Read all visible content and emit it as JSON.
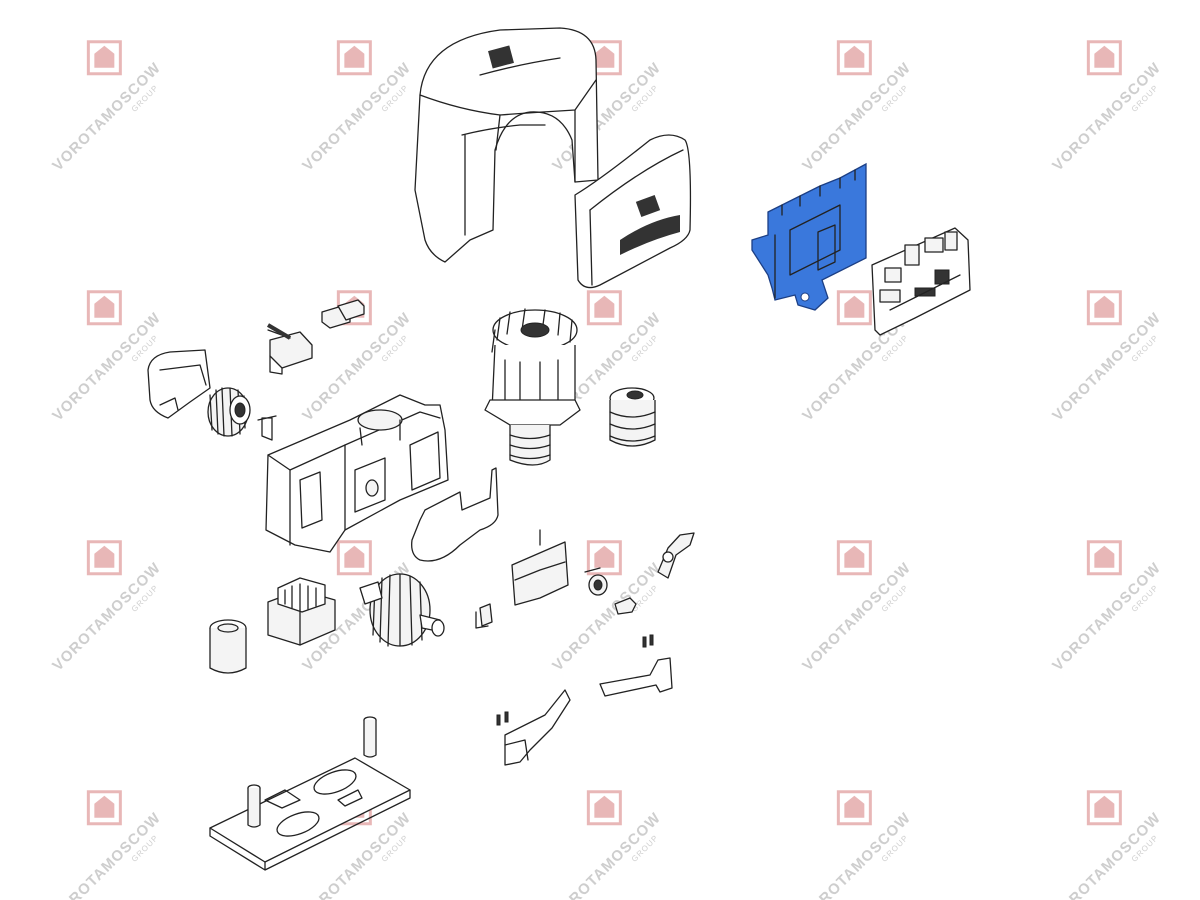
{
  "watermark": {
    "text": "VOROTAMOSCOW",
    "subtext": "GROUP",
    "color": "#c9c9c9",
    "logo_color": "#e6b0b0"
  },
  "diagram": {
    "highlight_color": "#3a78dc",
    "line_color": "#222222",
    "fill_color": "#f4f4f4",
    "parts": [
      {
        "name": "top-cover"
      },
      {
        "name": "front-cover"
      },
      {
        "name": "control-board-bracket",
        "highlighted": true
      },
      {
        "name": "control-board"
      },
      {
        "name": "screw-terminal-block"
      },
      {
        "name": "connector-pair"
      },
      {
        "name": "end-cap"
      },
      {
        "name": "drive-pinion-gear"
      },
      {
        "name": "small-clip"
      },
      {
        "name": "gearbox-housing"
      },
      {
        "name": "electric-motor"
      },
      {
        "name": "pulley-spring"
      },
      {
        "name": "housing-gasket"
      },
      {
        "name": "transformer"
      },
      {
        "name": "capacitor"
      },
      {
        "name": "worm-gear-shaft"
      },
      {
        "name": "limit-switch-holder"
      },
      {
        "name": "fuse-connector"
      },
      {
        "name": "release-key-cylinder"
      },
      {
        "name": "release-key"
      },
      {
        "name": "release-lever"
      },
      {
        "name": "lever-pins"
      },
      {
        "name": "limit-switch-spring"
      },
      {
        "name": "spring-pins"
      },
      {
        "name": "release-arm"
      },
      {
        "name": "foundation-plate"
      }
    ]
  }
}
